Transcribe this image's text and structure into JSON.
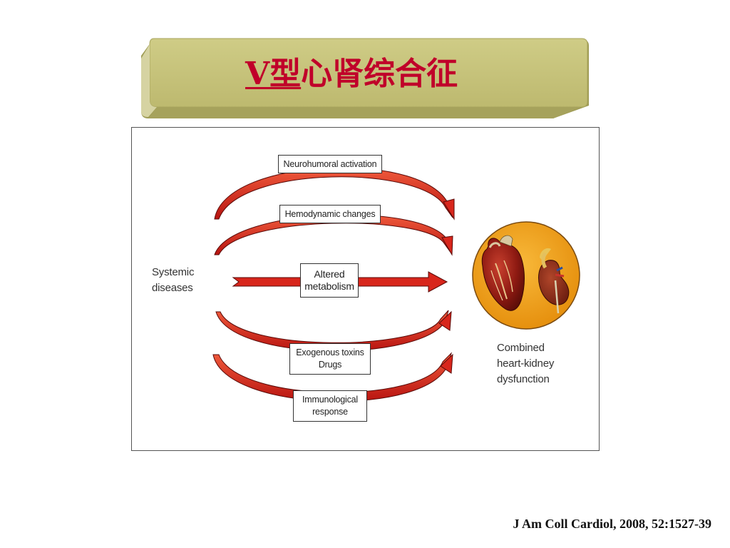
{
  "title": {
    "prefix": "V型",
    "rest": "心肾综合征"
  },
  "diagram": {
    "source_label": [
      "Systemic",
      "diseases"
    ],
    "outcome_label": [
      "Combined",
      "heart-kidney",
      "dysfunction"
    ],
    "pathways": [
      {
        "lines": [
          "Neurohumoral activation"
        ]
      },
      {
        "lines": [
          "Hemodynamic changes"
        ]
      },
      {
        "lines": [
          "Altered",
          "metabolism"
        ]
      },
      {
        "lines": [
          "Exogenous toxins",
          "Drugs"
        ]
      },
      {
        "lines": [
          "Immunological",
          "response"
        ]
      }
    ],
    "organs_icon": "heart-and-kidney-illustration",
    "colors": {
      "arrow_red": "#d8261c",
      "circle_orange": "#f2a21a",
      "title_red": "#c0002a",
      "banner_olive": "#c5c27a"
    }
  },
  "citation": "J Am Coll Cardiol, 2008, 52:1527-39"
}
